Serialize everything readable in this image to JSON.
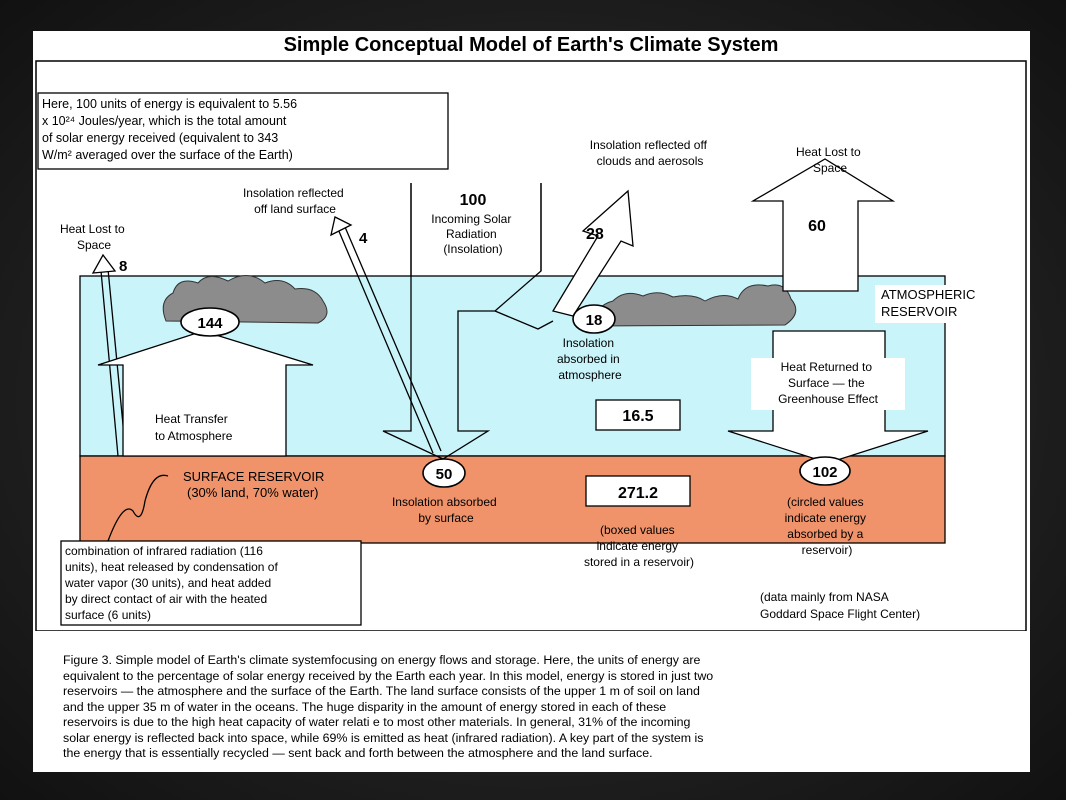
{
  "title": "Simple Conceptual Model of Earth's Climate System",
  "note": [
    "Here, 100 units of energy is equivalent to 5.56",
    "x 10²⁴ Joules/year, which is the total amount",
    "of solar energy received (equivalent to 343",
    "W/m² averaged over the surface of the Earth)"
  ],
  "labels": {
    "incoming_value": "100",
    "incoming": [
      "Incoming Solar",
      "Radiation",
      "(Insolation)"
    ],
    "reflected_land": [
      "Insolation reflected",
      "off land surface"
    ],
    "reflected_land_value": "4",
    "reflected_clouds": [
      "Insolation reflected off",
      "clouds and aerosols"
    ],
    "reflected_clouds_value": "28",
    "heat_lost_left": [
      "Heat Lost to",
      "Space"
    ],
    "heat_lost_left_value": "8",
    "heat_lost_right": [
      "Heat Lost to",
      "Space"
    ],
    "heat_lost_right_value": "60",
    "atmos_reservoir": [
      "ATMOSPHERIC",
      "RESERVOIR"
    ],
    "atmos_absorbed_value": "144",
    "insolation_atmos_value": "18",
    "insolation_atmos": [
      "Insolation",
      "absorbed in",
      "atmosphere"
    ],
    "atmos_stored": "16.5",
    "heat_returned": [
      "Heat Returned to",
      "Surface — the",
      "Greenhouse Effect"
    ],
    "heat_transfer": [
      "Heat Transfer",
      "to Atmosphere"
    ],
    "surface_reservoir": [
      "SURFACE RESERVOIR",
      "(30% land, 70% water)"
    ],
    "surface_insolation_value": "50",
    "surface_insolation": [
      "Insolation absorbed",
      "by surface"
    ],
    "surface_stored": "271.2",
    "boxed_note": [
      "(boxed values",
      "indicate energy",
      "stored in a reservoir)"
    ],
    "surface_returned_value": "102",
    "circled_note": [
      "(circled values",
      "indicate energy",
      "absorbed by a",
      "reservoir)"
    ],
    "combination": [
      "combination of infrared radiation (116",
      "units), heat released by condensation of",
      "water vapor (30 units), and heat added",
      "by direct contact of air with the heated",
      "surface (6 units)"
    ],
    "source": [
      "(data mainly from NASA",
      "Goddard Space Flight Center)"
    ]
  },
  "caption": [
    "Figure 3. Simple model of Earth's climate systemfocusing on energy flows and storage.  Here, the units of energy are",
    "equivalent to the percentage of solar energy received by the Earth each year.  In this model, energy is stored in just two",
    "reservoirs — the atmosphere and the surface of the Earth.  The land surface consists of the upper 1 m of soil on land",
    "and the upper 35 m of water in the oceans.  The huge disparity in the amount of energy stored in each of these",
    "reservoirs is due to the high heat capacity of water relati e to most other materials.  In general, 31% of the incoming",
    "solar energy is reflected back into space, while 69% is emitted as heat (infrared radiation).  A key part of the system is",
    "the energy that is essentially recycled — sent back and forth between the atmosphere and the land surface."
  ],
  "colors": {
    "atmosphere": "#c8f4fa",
    "surface": "#f0936a",
    "cloud": "#8c8c8c"
  }
}
